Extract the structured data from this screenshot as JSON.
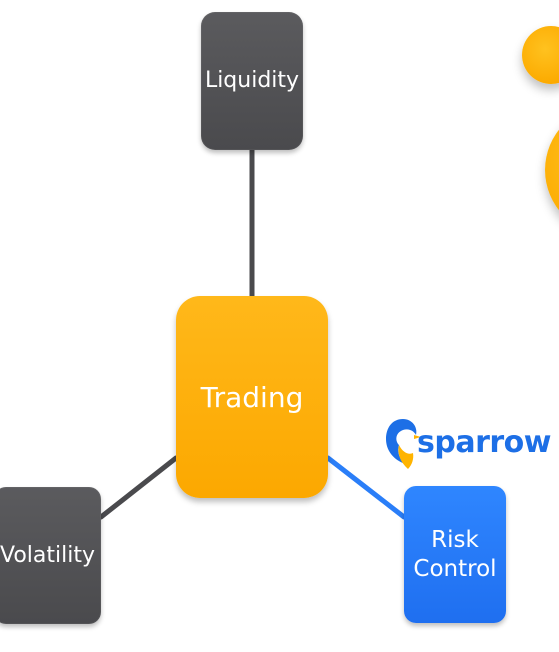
{
  "diagram": {
    "nodes": [
      {
        "id": "liquidity",
        "label": "Liquidity",
        "color": "#505053"
      },
      {
        "id": "trading",
        "label": "Trading",
        "color": "#fdae0a"
      },
      {
        "id": "volatility",
        "label": "Volatility",
        "color": "#505053"
      },
      {
        "id": "risk",
        "label": "Risk\nControl",
        "color": "#2a7ef8"
      }
    ],
    "links": [
      {
        "from": "trading",
        "to": "liquidity",
        "color": "#4a4a4d"
      },
      {
        "from": "trading",
        "to": "volatility",
        "color": "#4a4a4d"
      },
      {
        "from": "trading",
        "to": "risk",
        "color": "#2a7ef8"
      }
    ]
  },
  "brand": {
    "name": "sparrow",
    "logo_icon": "sparrow-bird-icon",
    "color": "#1d6fe6",
    "accent": "#ffb400"
  },
  "decorations": {
    "accent_color": "#fcaa00"
  }
}
